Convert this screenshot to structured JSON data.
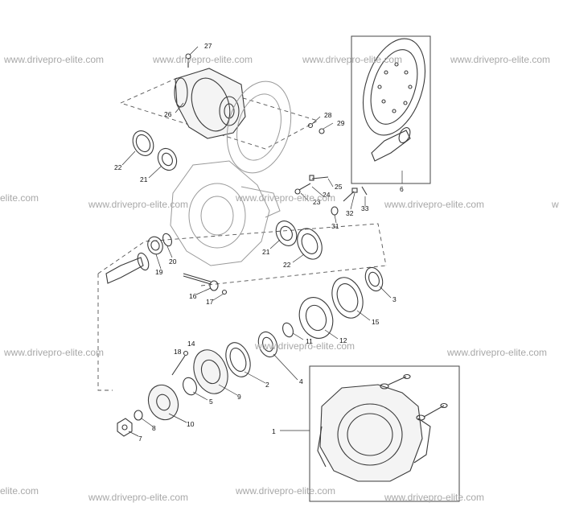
{
  "watermark_text": "www.drivepro-elite.com",
  "watermark_partial_left": "elite.com",
  "watermark_partial_right": "w",
  "callout_labels": {
    "p1": "1",
    "p2": "2",
    "p3": "3",
    "p4": "4",
    "p5": "5",
    "p6": "6",
    "p7": "7",
    "p8": "8",
    "p9": "9",
    "p10": "10",
    "p11": "11",
    "p12": "12",
    "p14": "14",
    "p15": "15",
    "p16": "16",
    "p17": "17",
    "p18": "18",
    "p19": "19",
    "p20": "20",
    "p21a": "21",
    "p21b": "21",
    "p22a": "22",
    "p22b": "22",
    "p23": "23",
    "p24": "24",
    "p25": "25",
    "p26": "26",
    "p27": "27",
    "p28": "28",
    "p29": "29",
    "p31": "31",
    "p32": "32",
    "p33": "33"
  }
}
